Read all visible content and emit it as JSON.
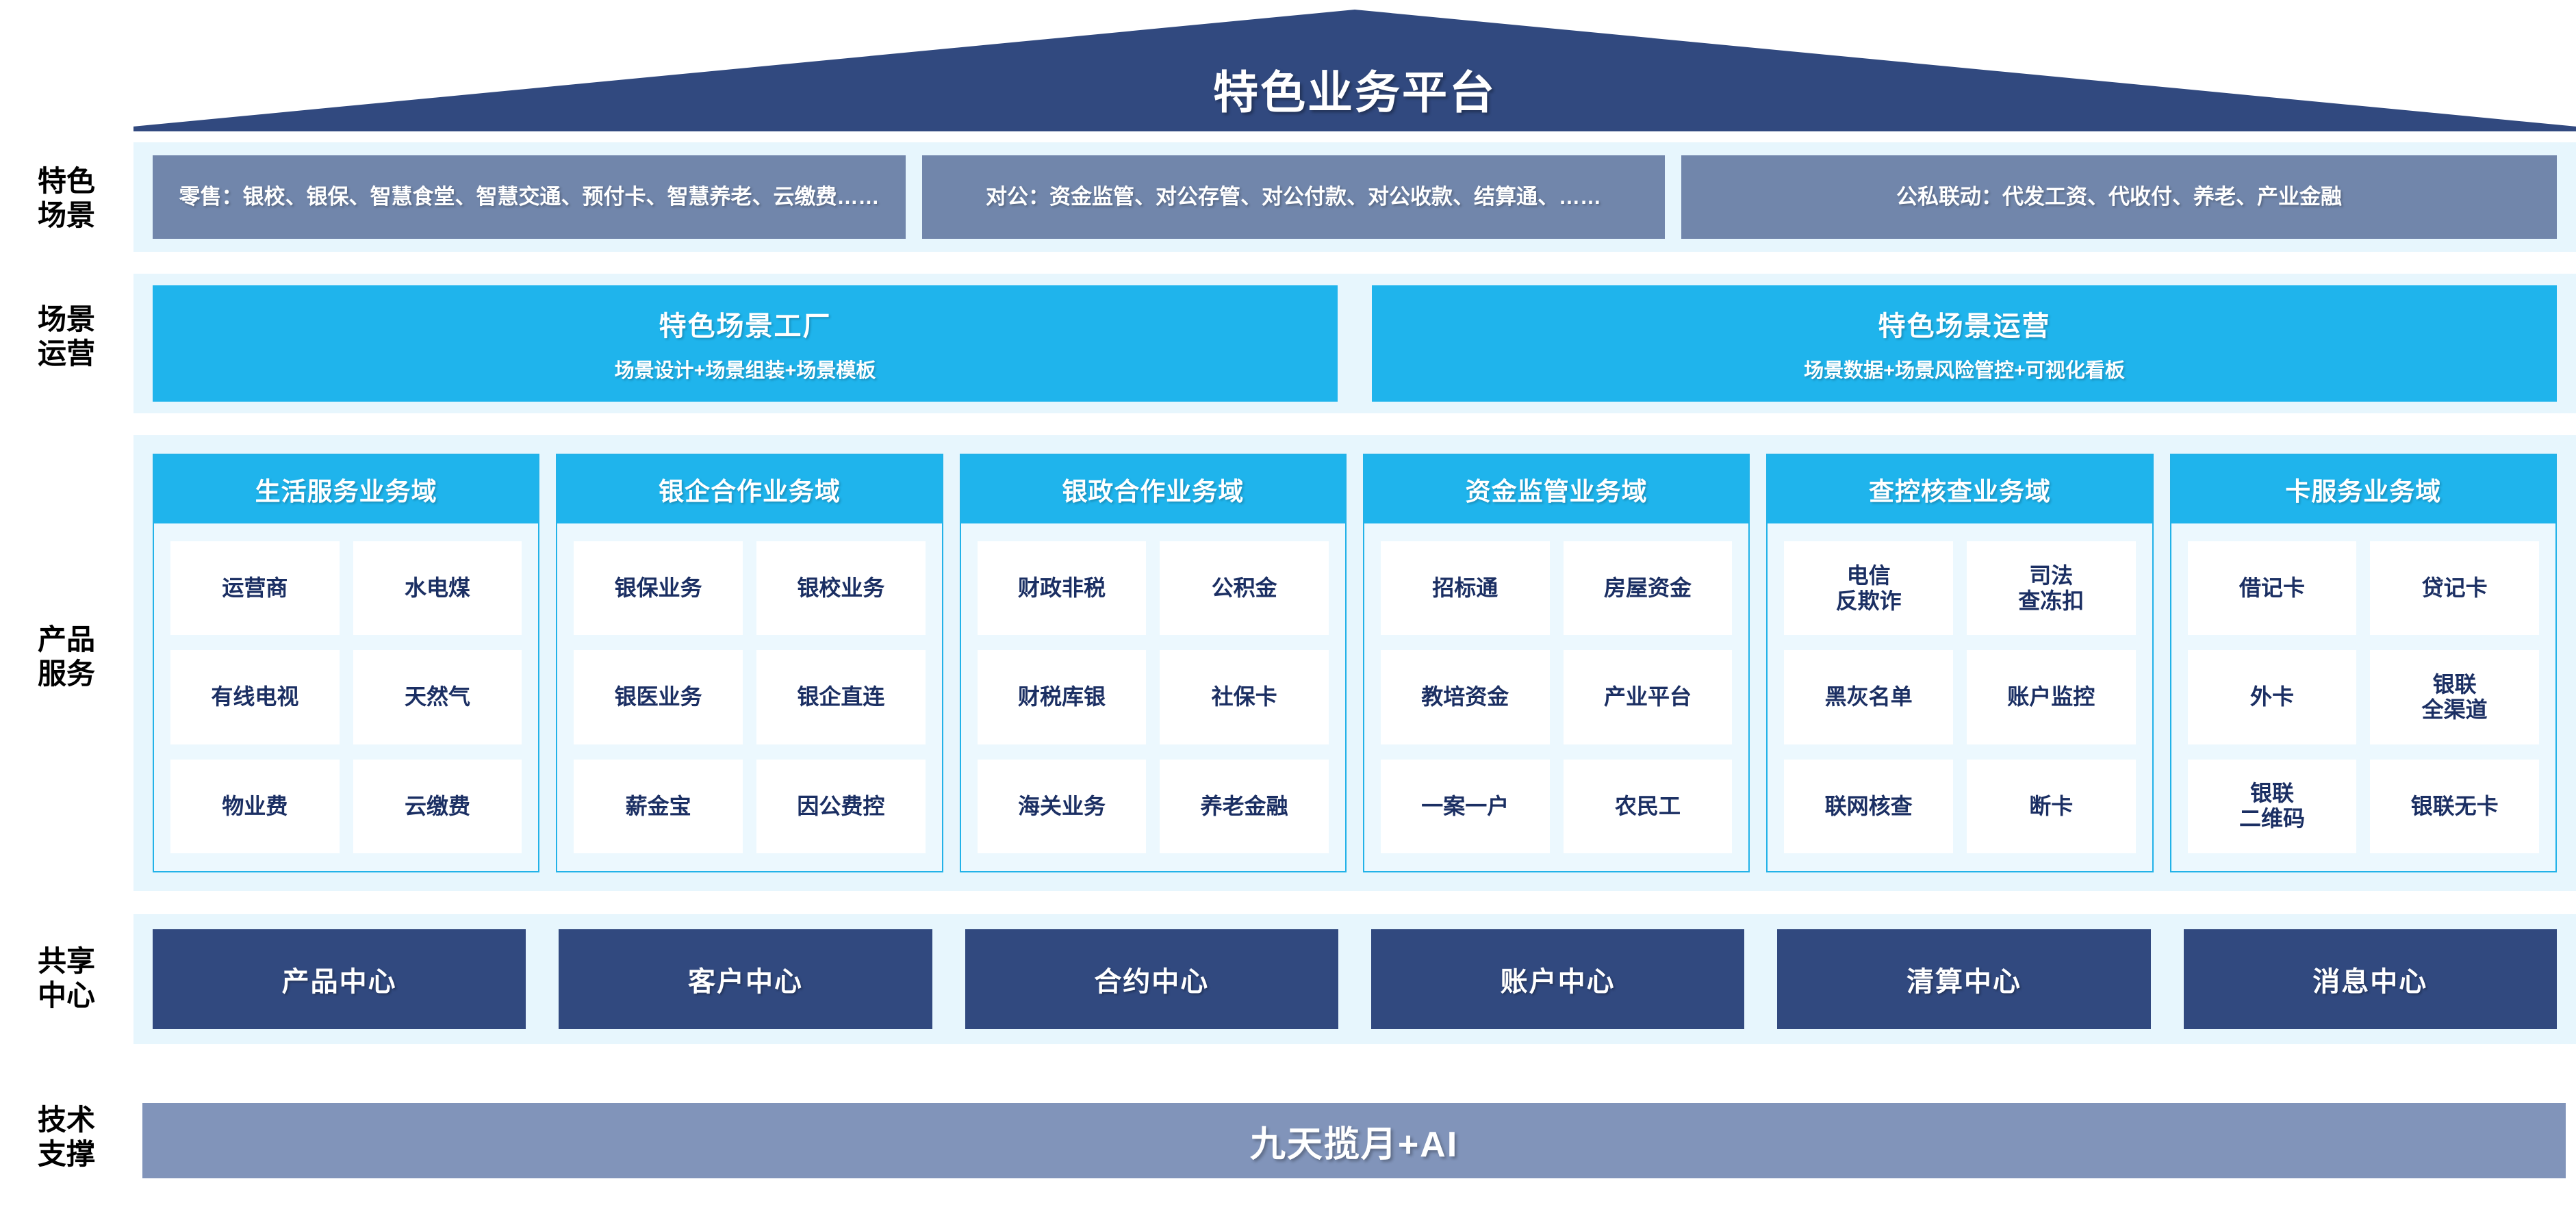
{
  "roof": {
    "title": "特色业务平台"
  },
  "rail": {
    "scene": "特色\n场景",
    "operations": "场景\n运营",
    "products": "产品\n服务",
    "shared": "共享\n中心",
    "tech": "技术\n支撑"
  },
  "scenes": [
    {
      "name": "retail",
      "text": "零售：银校、银保、智慧食堂、智慧交通、预付卡、智慧养老、云缴费……"
    },
    {
      "name": "corporate",
      "text": "对公：资金监管、对公存管、对公付款、对公收款、结算通、……"
    },
    {
      "name": "public-private",
      "text": "公私联动：代发工资、代收付、养老、产业金融"
    }
  ],
  "operations": [
    {
      "name": "scene-factory",
      "title": "特色场景工厂",
      "sub": "场景设计+场景组装+场景模板"
    },
    {
      "name": "scene-operation",
      "title": "特色场景运营",
      "sub": "场景数据+场景风险管控+可视化看板"
    }
  ],
  "domains": [
    {
      "name": "life-service",
      "title": "生活服务业务域",
      "tiles": [
        "运营商",
        "水电煤",
        "有线电视",
        "天然气",
        "物业费",
        "云缴费"
      ]
    },
    {
      "name": "bank-enterprise",
      "title": "银企合作业务域",
      "tiles": [
        "银保业务",
        "银校业务",
        "银医业务",
        "银企直连",
        "薪金宝",
        "因公费控"
      ]
    },
    {
      "name": "bank-government",
      "title": "银政合作业务域",
      "tiles": [
        "财政非税",
        "公积金",
        "财税库银",
        "社保卡",
        "海关业务",
        "养老金融"
      ]
    },
    {
      "name": "fund-supervision",
      "title": "资金监管业务域",
      "tiles": [
        "招标通",
        "房屋资金",
        "教培资金",
        "产业平台",
        "一案一户",
        "农民工"
      ]
    },
    {
      "name": "investigation",
      "title": "查控核查业务域",
      "tiles": [
        "电信\n反欺诈",
        "司法\n查冻扣",
        "黑灰名单",
        "账户监控",
        "联网核查",
        "断卡"
      ]
    },
    {
      "name": "card-service",
      "title": "卡服务业务域",
      "tiles": [
        "借记卡",
        "贷记卡",
        "外卡",
        "银联\n全渠道",
        "银联\n二维码",
        "银联无卡"
      ]
    }
  ],
  "shared_centers": [
    {
      "name": "product-center",
      "label": "产品中心"
    },
    {
      "name": "customer-center",
      "label": "客户中心"
    },
    {
      "name": "contract-center",
      "label": "合约中心"
    },
    {
      "name": "account-center",
      "label": "账户中心"
    },
    {
      "name": "clearing-center",
      "label": "清算中心"
    },
    {
      "name": "message-center",
      "label": "消息中心"
    }
  ],
  "tech_support": {
    "label": "九天揽月+AI"
  },
  "colors": {
    "roof_navy": "#31497f",
    "scene_slate": "#7186ab",
    "cyan": "#1fb4ec",
    "band_bg": "#e7f6fd",
    "tile_text": "#1b2f63",
    "tech_bar": "#8194ba"
  }
}
